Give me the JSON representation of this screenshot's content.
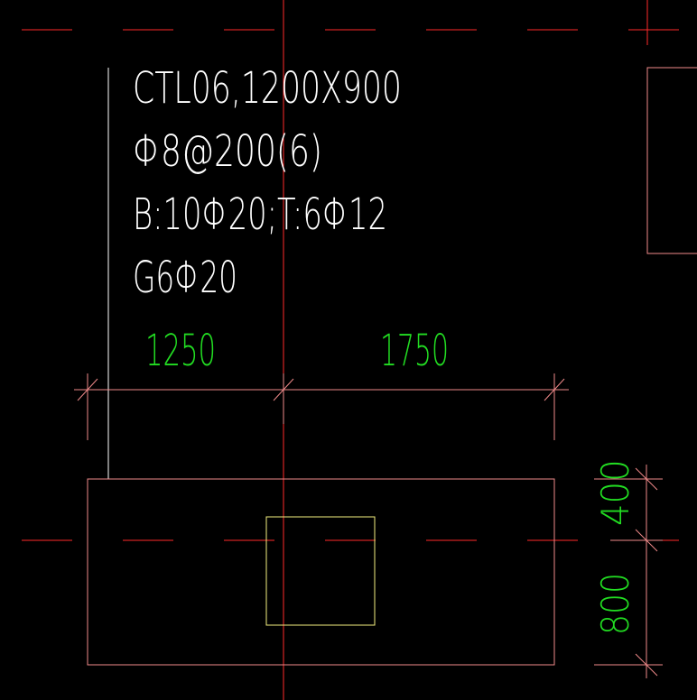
{
  "colors": {
    "background": "#000000",
    "axis": "#ff2a2a",
    "outline": "#f08a8a",
    "column": "#f4f080",
    "text": "#ffffff",
    "dimension": "#22dd22"
  },
  "annotation": {
    "line1": "CTL06,1200X900",
    "line2": "Φ8@200(6)",
    "line3": "B:10Φ20;T:6Φ12",
    "line4": "G6Φ20"
  },
  "dimensions": {
    "horizontal": [
      "1250",
      "1750"
    ],
    "vertical": [
      "400",
      "800"
    ]
  }
}
